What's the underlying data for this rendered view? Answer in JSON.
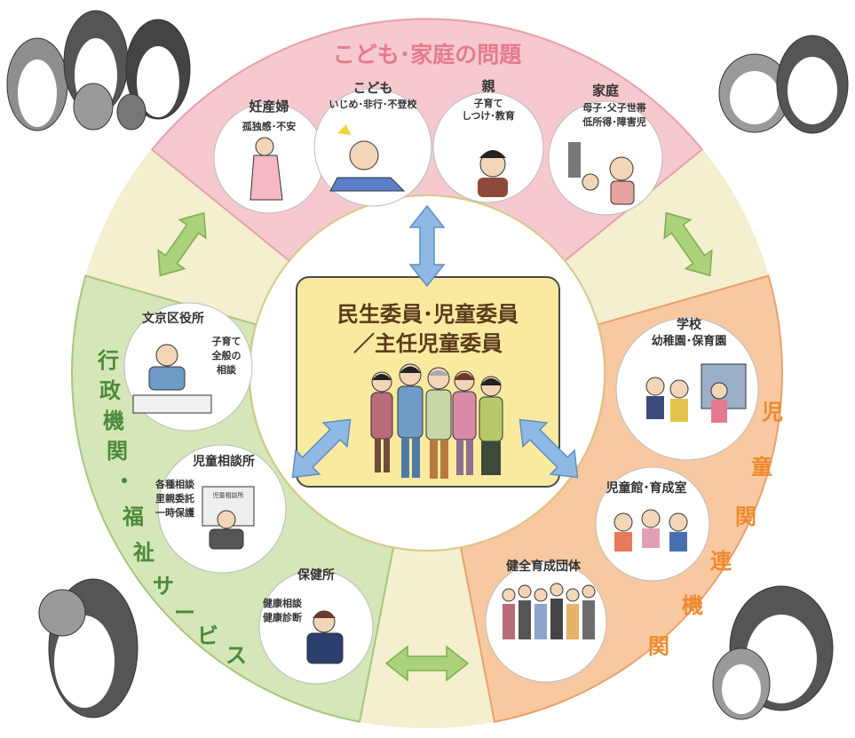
{
  "colors": {
    "pink_band": "#f6c9cf",
    "green_band": "#d5e6b8",
    "orange_band": "#f8c9a0",
    "cream_band": "#f3efcf",
    "center_box": "#f9eaa0",
    "pink_text": "#e57a8f",
    "green_text": "#4b8a3a",
    "orange_text": "#ee8a2e",
    "blue_arrow": "#8fb9e4",
    "green_arrow": "#a9d27a"
  },
  "top_band": {
    "title": "こども･家庭の問題"
  },
  "center": {
    "line1": "民生委員･児童委員",
    "line2": "／主任児童委員"
  },
  "circles": {
    "pregnant": {
      "title": "妊産婦",
      "sub": "孤独感･不安"
    },
    "child": {
      "title": "こども",
      "sub": "いじめ･非行･不登校"
    },
    "parent": {
      "title": "親",
      "sub1": "子育て",
      "sub2": "しつけ･教育"
    },
    "family": {
      "title": "家庭",
      "sub1": "母子･父子世帯",
      "sub2": "低所得･障害児"
    },
    "ward_office": {
      "title": "文京区役所",
      "sub1": "子育て",
      "sub2": "全般の",
      "sub3": "相談"
    },
    "child_consult": {
      "title": "児童相談所",
      "sub1": "各種相談",
      "sub2": "里親委託",
      "sub3": "一時保護",
      "sign": "児童相談所"
    },
    "health_center": {
      "title": "保健所",
      "sub1": "健康相談",
      "sub2": "健康診断"
    },
    "school": {
      "title": "学校",
      "sub": "幼稚園･保育園"
    },
    "childrens_hall": {
      "title": "児童館･育成室"
    },
    "youth_groups": {
      "title": "健全育成団体"
    }
  },
  "left_band": {
    "chars": [
      "行",
      "政",
      "機",
      "関",
      "・",
      "福",
      "祉",
      "サ",
      "ー",
      "ビ",
      "ス"
    ]
  },
  "right_band": {
    "chars": [
      "児",
      "童",
      "関",
      "連",
      "機",
      "関"
    ]
  }
}
